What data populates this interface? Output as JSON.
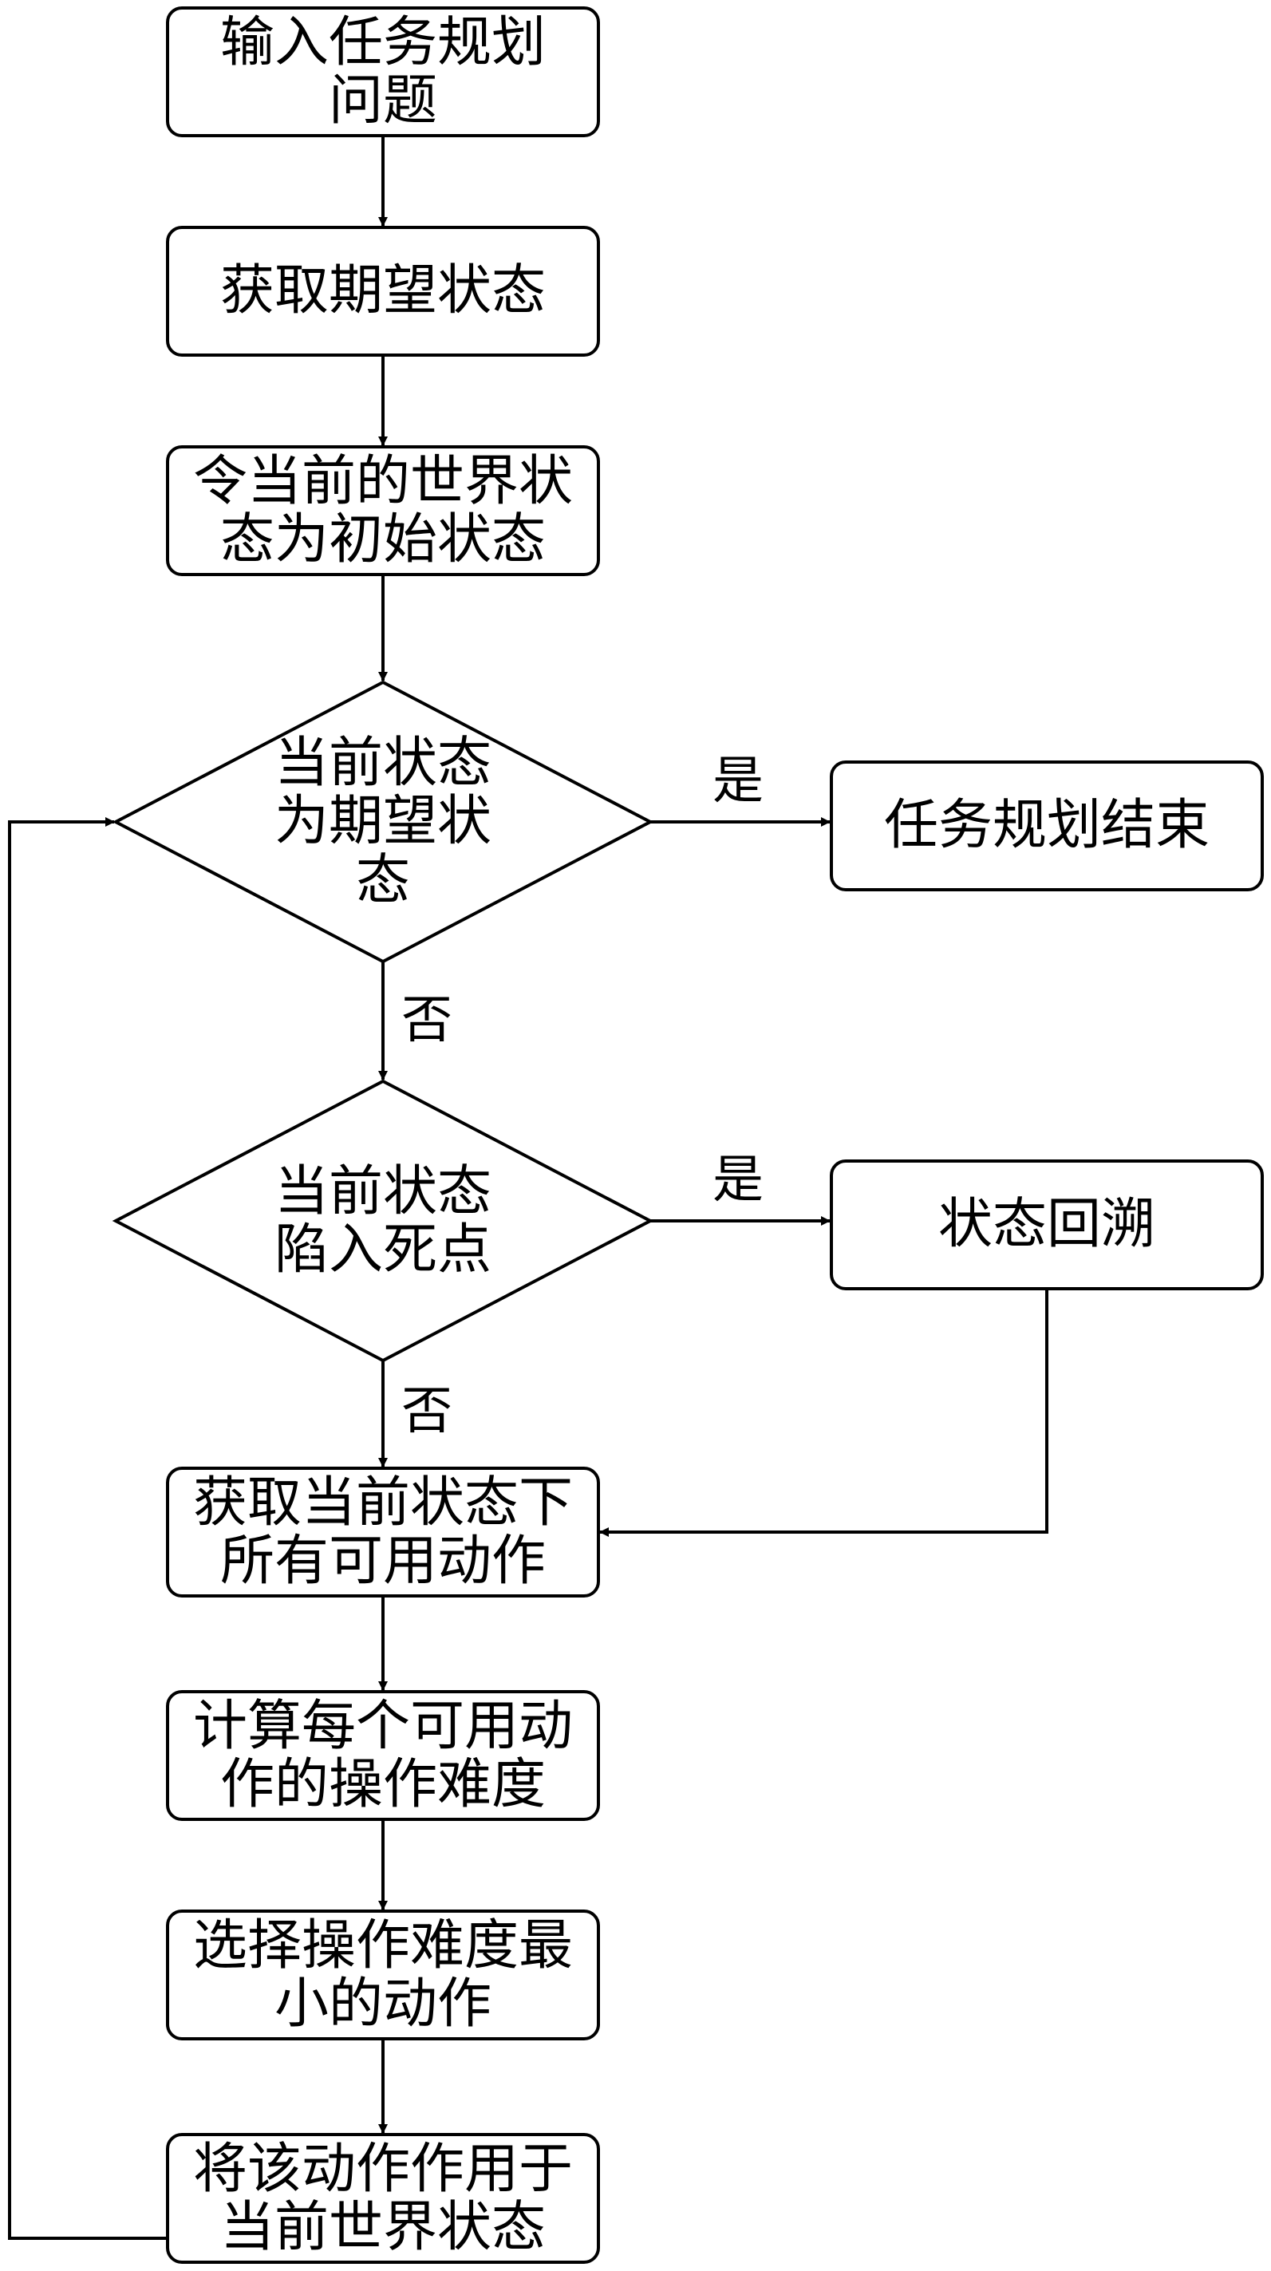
{
  "nodes": {
    "input": "输入任务规划问题",
    "get_goal": "获取期望状态",
    "init_state": "令当前的世界状态为初始状态",
    "check_goal": "当前状态为期望状态",
    "end": "任务规划结束",
    "check_dead": "当前状态陷入死点",
    "backtrack": "状态回溯",
    "get_actions": "获取当前状态下所有可用动作",
    "compute_difficulty": "计算每个可用动作的操作难度",
    "select_action": "选择操作难度最小的动作",
    "apply_action": "将该动作作用于当前世界状态"
  },
  "edge_labels": {
    "goal_yes": "是",
    "goal_no": "否",
    "dead_yes": "是",
    "dead_no": "否"
  }
}
